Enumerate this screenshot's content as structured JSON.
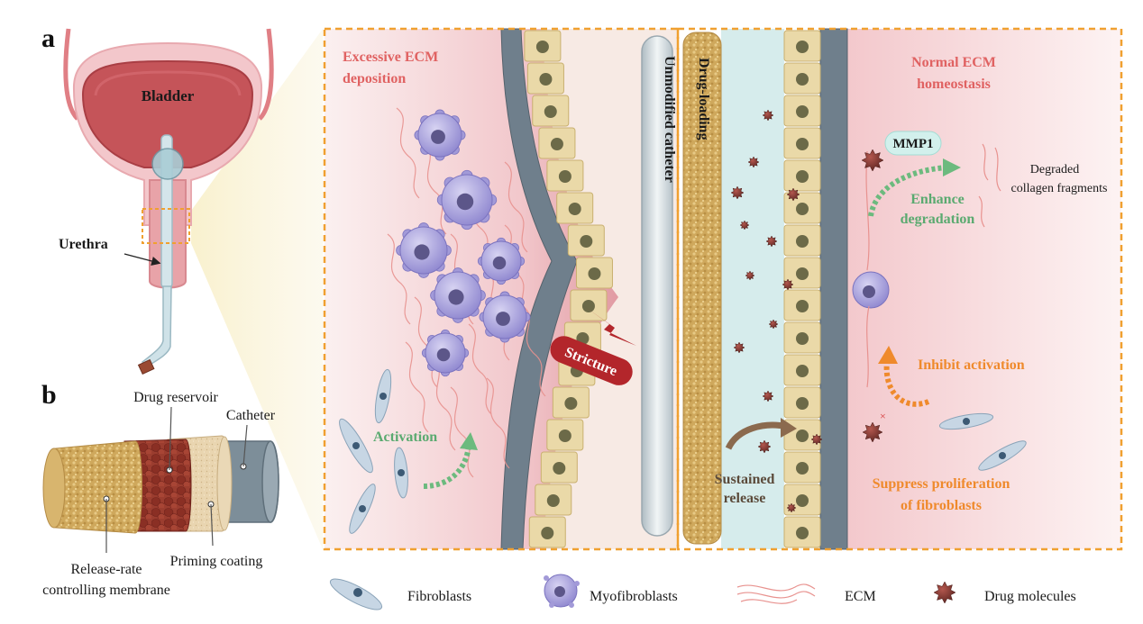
{
  "panel_a": {
    "letter": "a",
    "bladder_label": "Bladder",
    "urethra_label": "Urethra"
  },
  "panel_b": {
    "letter": "b",
    "drug_reservoir_label": "Drug reservoir",
    "catheter_label": "Catheter",
    "membrane_label_line1": "Release-rate",
    "membrane_label_line2": "controlling membrane",
    "priming_label": "Priming coating"
  },
  "left_zoom": {
    "title_line1": "Excessive ECM",
    "title_line2": "deposition",
    "catheter_label": "Unmodified catheter",
    "stricture_label": "Stricture",
    "activation_label": "Activation"
  },
  "right_zoom": {
    "drug_loading_label": "Drug-loading",
    "title_line1": "Normal ECM",
    "title_line2": "homeostasis",
    "mmp_label": "MMP1",
    "enhance_line1": "Enhance",
    "enhance_line2": "degradation",
    "degraded_line1": "Degraded",
    "degraded_line2": "collagen fragments",
    "inhibit_label": "Inhibit activation",
    "sustained_line1": "Sustained",
    "sustained_line2": "release",
    "suppress_line1": "Suppress proliferation",
    "suppress_line2": "of fibroblasts"
  },
  "legend": [
    {
      "label": "Fibroblasts"
    },
    {
      "label": "Myofibroblasts"
    },
    {
      "label": "ECM"
    },
    {
      "label": "Drug molecules"
    }
  ],
  "colors": {
    "frame_orange": "#f0a030",
    "green_text": "#5aaa70",
    "orange_text": "#ef8a2c",
    "red_text": "#e06262",
    "stricture_red": "#b3262b",
    "wall_blue": "#6f7f8c",
    "epithelium": "#ead9a8"
  }
}
